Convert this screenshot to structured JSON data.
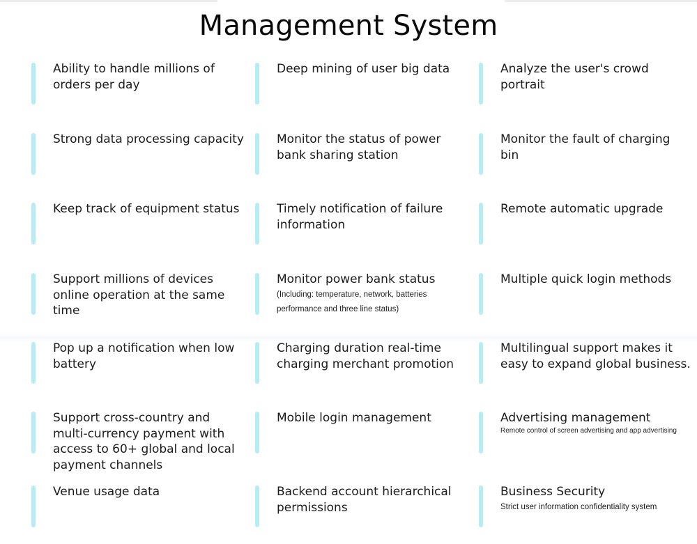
{
  "page": {
    "title": "Management System"
  },
  "features": [
    {
      "title": "Ability to handle millions of orders per day",
      "subtitle": ""
    },
    {
      "title": "Deep mining of user big data",
      "subtitle": ""
    },
    {
      "title": "Analyze the user's crowd portrait",
      "subtitle": ""
    },
    {
      "title": "Strong data processing capacity",
      "subtitle": ""
    },
    {
      "title": "Monitor the status of power bank sharing station",
      "subtitle": ""
    },
    {
      "title": "Monitor the fault of charging bin",
      "subtitle": ""
    },
    {
      "title": "Keep track of equipment status",
      "subtitle": ""
    },
    {
      "title": "Timely notification of failure information",
      "subtitle": ""
    },
    {
      "title": "Remote automatic upgrade",
      "subtitle": ""
    },
    {
      "title": "Support millions of devices online operation at the same time",
      "subtitle": ""
    },
    {
      "title": "Monitor power bank status",
      "subtitle": "(Including: temperature, network, batteries performance and three line status)"
    },
    {
      "title": "Multiple quick login methods",
      "subtitle": ""
    },
    {
      "title": "Pop up a notification when low battery",
      "subtitle": ""
    },
    {
      "title": "Charging duration real-time charging merchant promotion",
      "subtitle": ""
    },
    {
      "title": "Multilingual support makes it easy to expand global business.",
      "subtitle": ""
    },
    {
      "title": "Support cross-country and multi-currency payment with access to 60+ global and local payment channels",
      "subtitle": ""
    },
    {
      "title": "Mobile login management",
      "subtitle": ""
    },
    {
      "title": "Advertising management",
      "subtitle": "Remote control of screen advertising and app advertising"
    },
    {
      "title": "Venue usage data",
      "subtitle": ""
    },
    {
      "title": "Backend account hierarchical permissions",
      "subtitle": ""
    },
    {
      "title": "Business Security",
      "subtitle": "Strict user information confidentiality system"
    }
  ],
  "colors": {
    "accent_bar": "#b6ecf4",
    "text": "#1c1c1c"
  }
}
